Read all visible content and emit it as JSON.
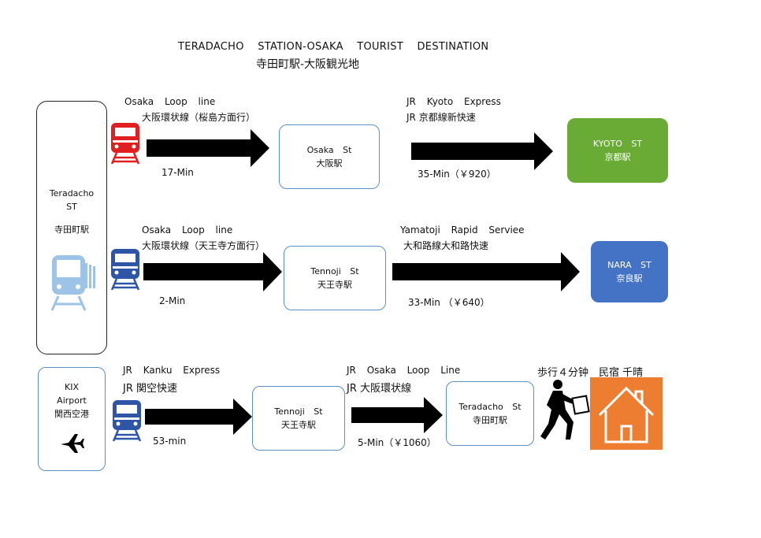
{
  "title": {
    "en": "TERADACHO STATION-OSAKA TOURIST DESTINATION",
    "jp": "寺田町駅-大阪観光地"
  },
  "origin": {
    "name_en": "Teradacho",
    "name_st": "ST",
    "name_jp": "寺田町駅"
  },
  "routes": {
    "kyoto": {
      "leg1": {
        "line_en": "Osaka Loop line",
        "line_jp": "大阪環状線（桜島方面行）",
        "time": "17-Min"
      },
      "transfer": {
        "name_en": "Osaka St",
        "name_jp": "大阪駅"
      },
      "leg2": {
        "line_en": "JR Kyoto Express",
        "line_jp": "JR 京都線新快速",
        "time": "35-Min（￥920）"
      },
      "destination": {
        "name_en": "KYOTO ST",
        "name_jp": "京都駅",
        "color": "#6aab35"
      }
    },
    "nara": {
      "leg1": {
        "line_en": "Osaka Loop line",
        "line_jp": "大阪環状線（天王寺方面行）",
        "time": "2-Min"
      },
      "transfer": {
        "name_en": "Tennoji St",
        "name_jp": "天王寺駅"
      },
      "leg2": {
        "line_en": "Yamatoji Rapid Serviee",
        "line_jp": "大和路線大和路快速",
        "time": "33-Min （￥640）"
      },
      "destination": {
        "name_en": "NARA ST",
        "name_jp": "奈良駅",
        "color": "#4472c4"
      }
    },
    "airport": {
      "origin": {
        "line1": "KIX",
        "line2": "Airport",
        "line3": "関西空港"
      },
      "leg1": {
        "line_en": "JR Kanku Express",
        "line_jp": "JR 関空快速",
        "time": "53-min"
      },
      "transfer": {
        "name_en": "Tennoji St",
        "name_jp": "天王寺駅"
      },
      "leg2": {
        "line_en": "JR Osaka Loop Line",
        "line_jp": "JR 大阪環状線",
        "time": "5-Min（￥1060）"
      },
      "stop": {
        "name_en": "Teradacho St",
        "name_jp": "寺田町駅"
      },
      "walk_label": "歩行４分钟　民宿 千晴",
      "home_color": "#ed7d31"
    }
  },
  "colors": {
    "train_red": "#e02020",
    "train_blue": "#2f56a6",
    "train_light": "#9dc3e6",
    "box_border": "#5b8fc9"
  },
  "icons": [
    "train-icon",
    "train-large-icon",
    "airplane-icon",
    "walking-person-icon",
    "house-icon",
    "arrow-icon"
  ]
}
